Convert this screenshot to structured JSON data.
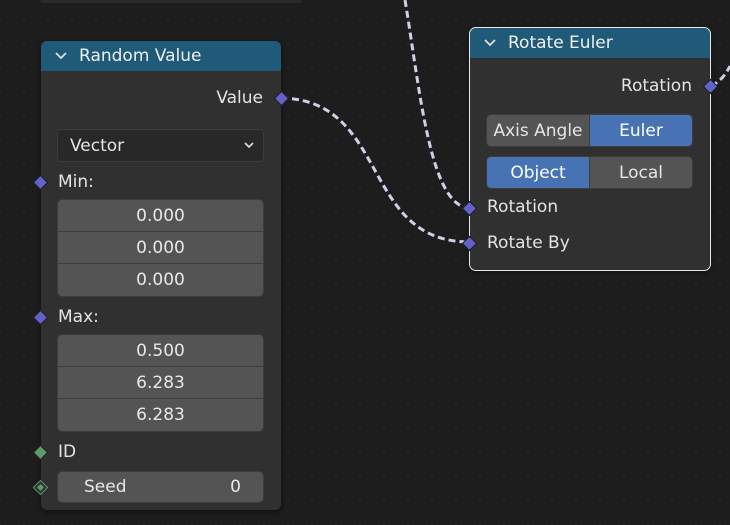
{
  "random_value": {
    "title": "Random Value",
    "output_label": "Value",
    "data_type": "Vector",
    "min_label": "Min:",
    "min_values": [
      "0.000",
      "0.000",
      "0.000"
    ],
    "max_label": "Max:",
    "max_values": [
      "0.500",
      "6.283",
      "6.283"
    ],
    "id_label": "ID",
    "seed_label": "Seed",
    "seed_value": "0"
  },
  "rotate_euler": {
    "title": "Rotate Euler",
    "output_label": "Rotation",
    "mode_options": [
      "Axis Angle",
      "Euler"
    ],
    "mode_selected": "Euler",
    "space_options": [
      "Object",
      "Local"
    ],
    "space_selected": "Object",
    "input_rotation_label": "Rotation",
    "input_rotate_by_label": "Rotate By"
  },
  "colors": {
    "header": "#1f5b78",
    "vector_socket": "#6363c7",
    "id_socket": "#5e9a6c",
    "active_toggle": "#4772b3",
    "wire": "#cfcfe8"
  },
  "icons": {
    "collapse": "chevron-down-icon",
    "dropdown": "chevron-down-icon"
  }
}
